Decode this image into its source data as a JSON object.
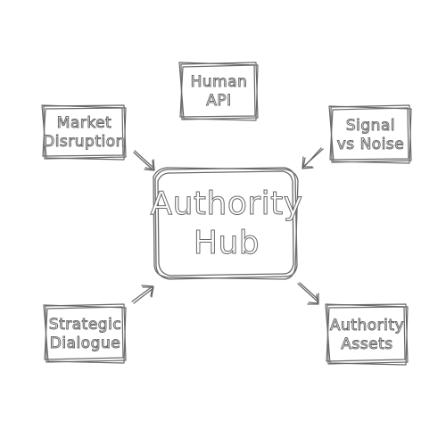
{
  "nodes": {
    "human_api": {
      "line1": "Human",
      "line2": "API"
    },
    "market_disruption": {
      "line1": "Market",
      "line2": "Disruption"
    },
    "signal_vs_noise": {
      "line1": "Signal",
      "line2": "vs Noise"
    },
    "authority_hub": {
      "line1": "Authority",
      "line2": "Hub"
    },
    "strategic_dialogue": {
      "line1": "Strategic",
      "line2": "Dialogue"
    },
    "authority_assets": {
      "line1": "Authority",
      "line2": "Assets"
    }
  },
  "colors": {
    "ink": "#6a6a6a",
    "background": "#ffffff"
  }
}
